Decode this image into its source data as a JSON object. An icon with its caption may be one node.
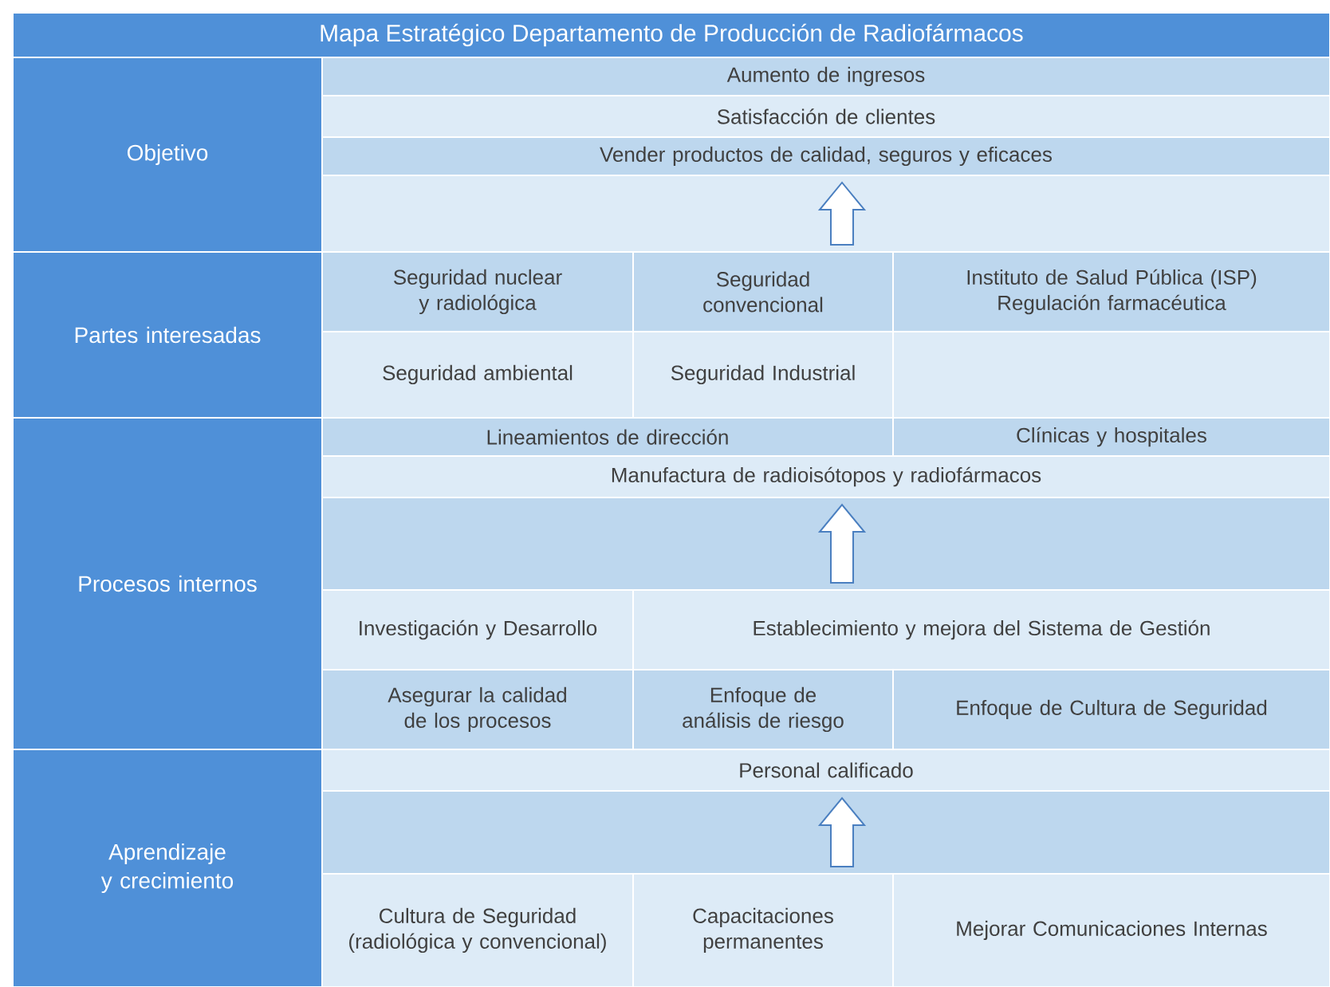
{
  "diagram": {
    "title": "Mapa Estratégico Departamento de Producción de Radiofármacos",
    "nodes": [
      {
        "text": [
          "Objetivo"
        ]
      },
      {
        "text": [
          "Aumento de ingresos"
        ]
      },
      {
        "text": [
          "Satisfacción de clientes"
        ]
      },
      {
        "text": [
          "Vender productos de calidad, seguros y eficaces"
        ]
      },
      {
        "text": [
          "Partes interesadas"
        ]
      },
      {
        "text": [
          "Seguridad nuclear y radiológica"
        ]
      },
      {
        "text": [
          "Seguridad convencional"
        ]
      },
      {
        "text": [
          "Instituto de Salud Pública (ISP)",
          "Regulación farmacéutica"
        ]
      },
      {
        "text": [
          "Seguridad ambiental"
        ]
      },
      {
        "text": [
          "Seguridad Industrial"
        ]
      },
      {
        "text": [
          "Procesos internos"
        ]
      },
      {
        "text": [
          "Lineamientos de dirección"
        ]
      },
      {
        "text": [
          "Clínicas y hospitales"
        ]
      },
      {
        "text": [
          "Manufactura de radioisótopos y radiofármacos"
        ]
      },
      {
        "text": [
          "Investigación y Desarrollo"
        ]
      },
      {
        "text": [
          "Establecimiento y mejora del Sistema de Gestión"
        ]
      },
      {
        "text": [
          "Asegurar la calidad de los procesos"
        ]
      },
      {
        "text": [
          "Enfoque de análisis de riesgo"
        ]
      },
      {
        "text": [
          "Enfoque de Cultura de Seguridad"
        ]
      },
      {
        "text": [
          "Aprendizaje y crecimiento"
        ]
      },
      {
        "text": [
          "Personal calificado"
        ]
      },
      {
        "text": [
          "Cultura de Seguridad (radiológica y convencional)"
        ]
      },
      {
        "text": [
          "Capacitaciones permanentes"
        ]
      },
      {
        "text": [
          "Mejorar Comunicaciones Internas"
        ]
      }
    ],
    "edges": [
      {
        "from": 6,
        "to": 3,
        "arrow": "to"
      },
      {
        "from": 15,
        "to": 13,
        "arrow": "to"
      },
      {
        "from": 22,
        "to": 20,
        "arrow": "to"
      }
    ]
  }
}
